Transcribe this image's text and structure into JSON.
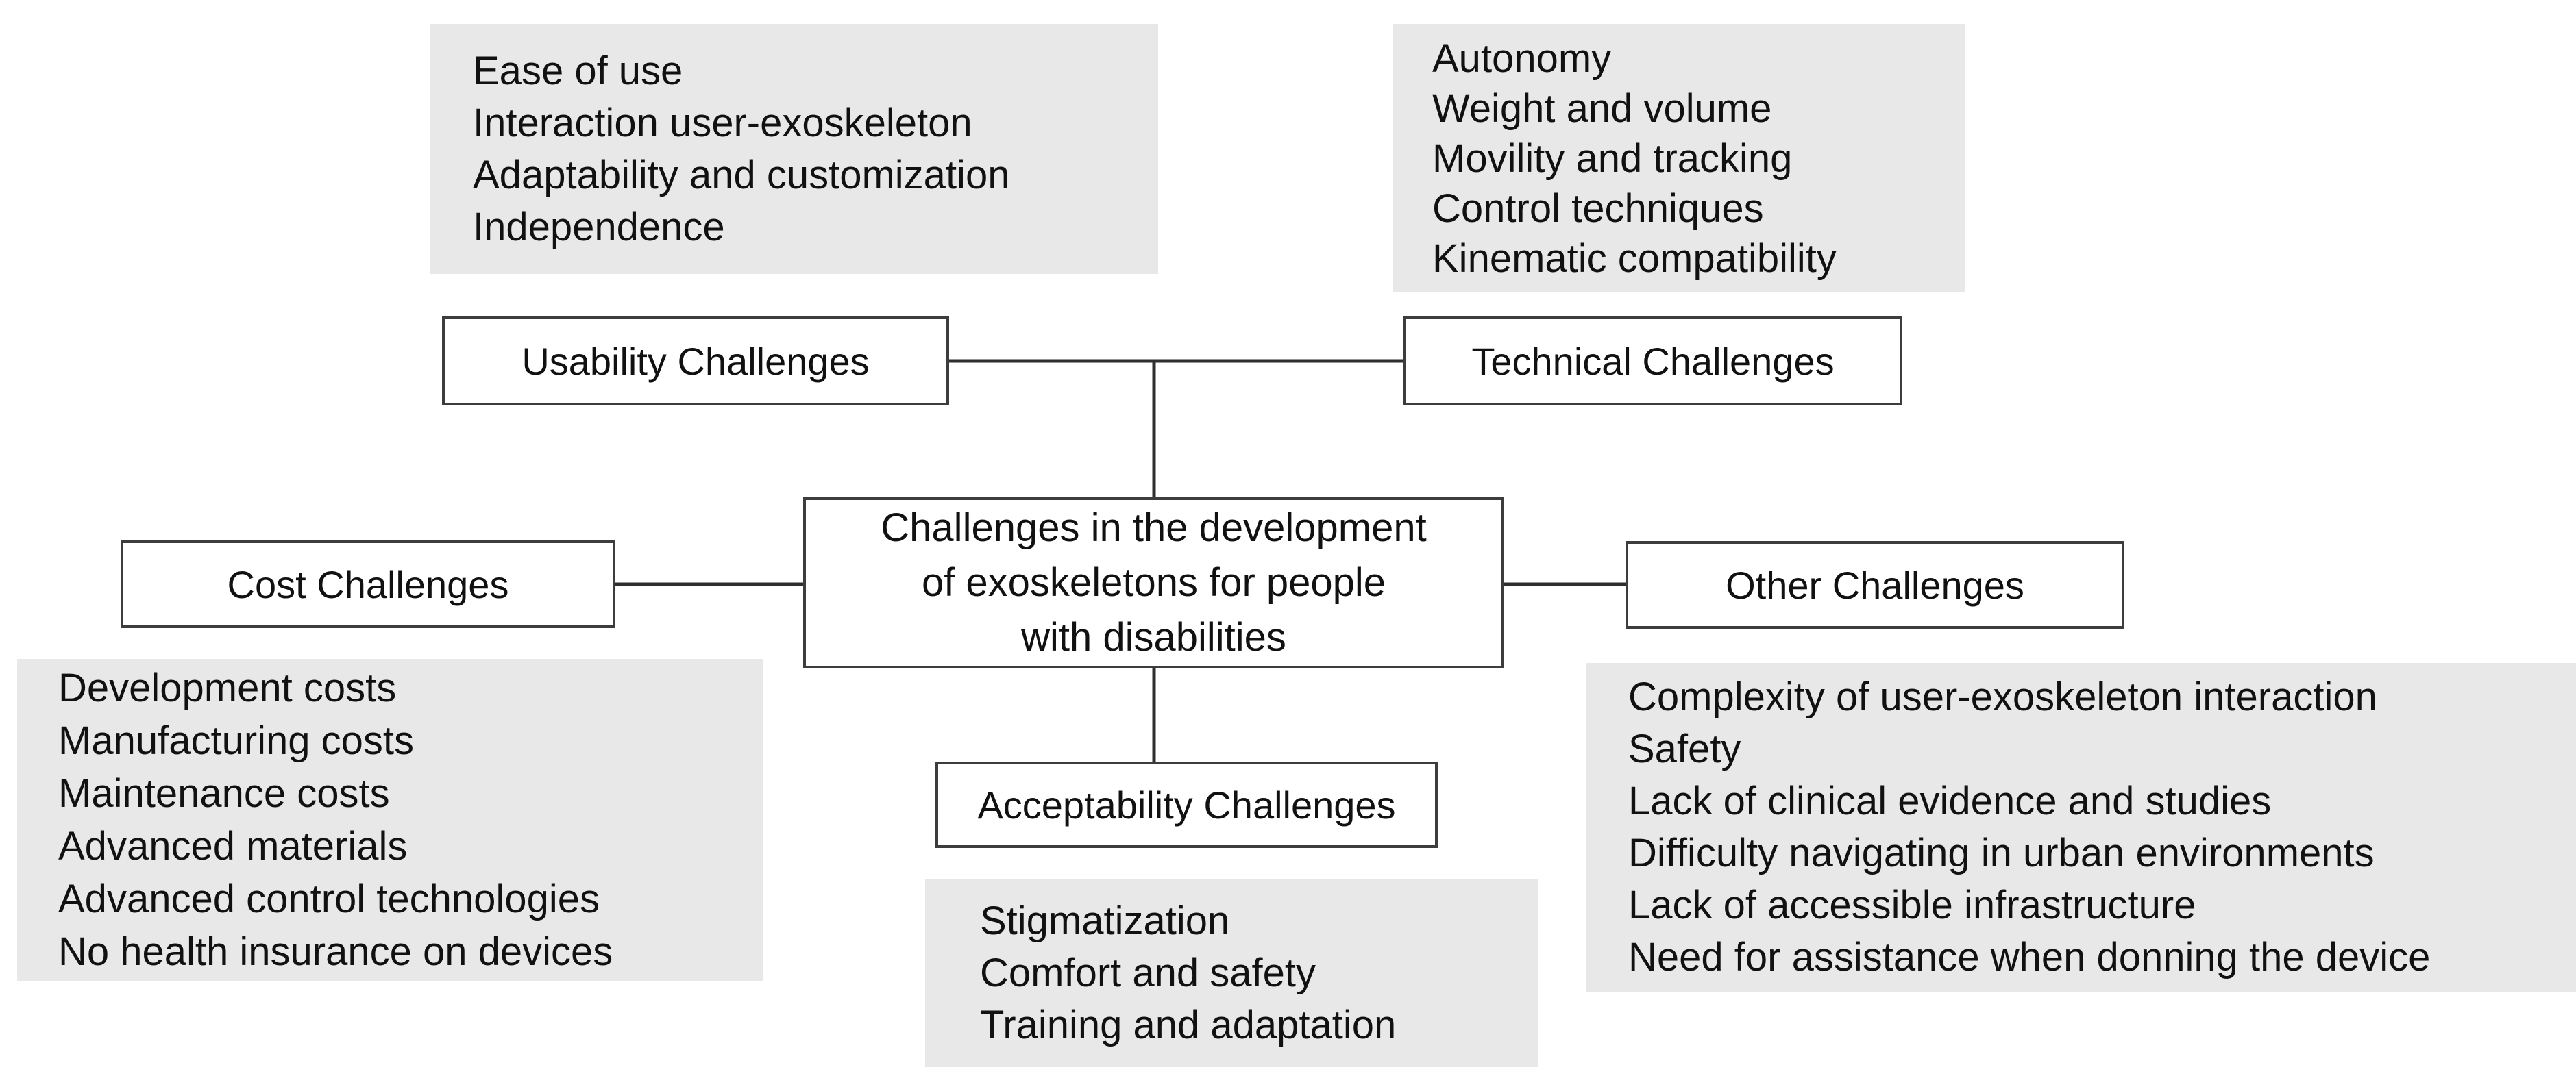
{
  "diagram": {
    "title": "Challenges in the development of exoskeletons for people with disabilities",
    "center": {
      "label_lines": [
        "Challenges in the development",
        "of exoskeletons for people",
        "with disabilities"
      ]
    },
    "branches": {
      "usability": {
        "label": "Usability Challenges",
        "items": [
          "Ease of use",
          "Interaction user-exoskeleton",
          "Adaptability and customization",
          "Independence"
        ]
      },
      "technical": {
        "label": "Technical Challenges",
        "items": [
          "Autonomy",
          "Weight and volume",
          "Movility and tracking",
          "Control techniques",
          "Kinematic compatibility"
        ]
      },
      "cost": {
        "label": "Cost Challenges",
        "items": [
          "Development costs",
          "Manufacturing costs",
          "Maintenance costs",
          "Advanced materials",
          "Advanced control technologies",
          "No health insurance on devices"
        ]
      },
      "other": {
        "label": "Other Challenges",
        "items": [
          "Complexity of user-exoskeleton interaction",
          "Safety",
          "Lack of clinical evidence and studies",
          "Difficulty navigating in urban environments",
          "Lack of accessible infrastructure",
          "Need for assistance when donning the device"
        ]
      },
      "acceptability": {
        "label": "Acceptability Challenges",
        "items": [
          "Stigmatization",
          "Comfort and safety",
          "Training and adaptation"
        ]
      }
    },
    "colors": {
      "background": "#ffffff",
      "panel_bg": "#e8e8e8",
      "box_border": "#3d3d3d",
      "connector_line": "#2e2e2e",
      "text": "#111111"
    }
  }
}
